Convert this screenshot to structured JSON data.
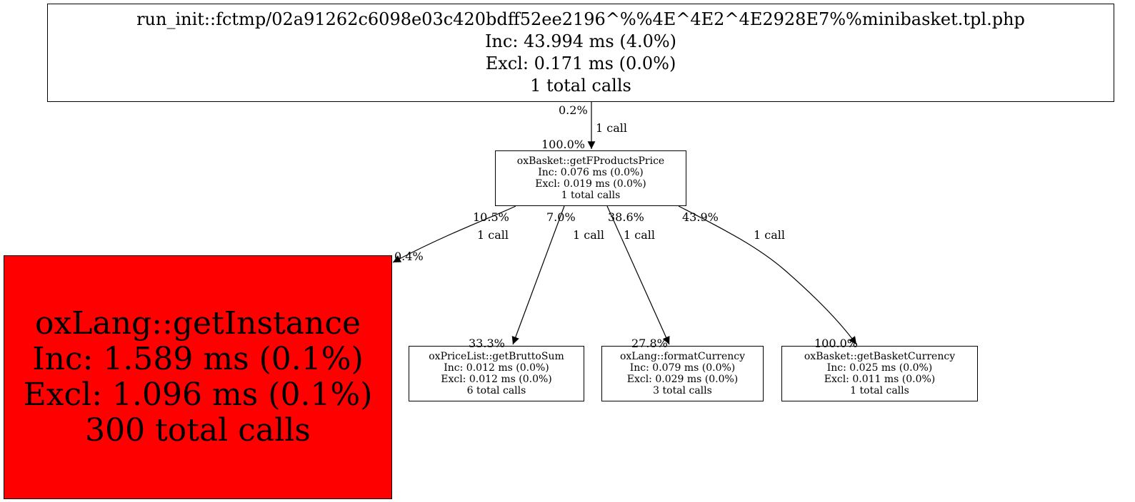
{
  "nodes": {
    "root": {
      "name": "run_init::fctmp/02a91262c6098e03c420bdff52ee2196^%%4E^4E2^4E2928E7%%minibasket.tpl.php",
      "inc": "Inc: 43.994 ms (4.0%)",
      "excl": "Excl: 0.171 ms (0.0%)",
      "calls": "1 total calls"
    },
    "getfproducts": {
      "name": "oxBasket::getFProductsPrice",
      "inc": "Inc: 0.076 ms (0.0%)",
      "excl": "Excl: 0.019 ms (0.0%)",
      "calls": "1 total calls"
    },
    "getinstance": {
      "name": "oxLang::getInstance",
      "inc": "Inc: 1.589 ms (0.1%)",
      "excl": "Excl: 1.096 ms (0.1%)",
      "calls": "300 total calls"
    },
    "getbruttosum": {
      "name": "oxPriceList::getBruttoSum",
      "inc": "Inc: 0.012 ms (0.0%)",
      "excl": "Excl: 0.012 ms (0.0%)",
      "calls": "6 total calls"
    },
    "formatcurrency": {
      "name": "oxLang::formatCurrency",
      "inc": "Inc: 0.079 ms (0.0%)",
      "excl": "Excl: 0.029 ms (0.0%)",
      "calls": "3 total calls"
    },
    "getbasketcurrency": {
      "name": "oxBasket::getBasketCurrency",
      "inc": "Inc: 0.025 ms (0.0%)",
      "excl": "Excl: 0.011 ms (0.0%)",
      "calls": "1 total calls"
    }
  },
  "node_colors": {
    "getinstance_fill": "#ff0000",
    "default_fill": "#ffffff",
    "border": "#000000"
  },
  "edges": {
    "root_to_getfproducts": {
      "tail": "0.2%",
      "calls": "1 call",
      "head": "100.0%"
    },
    "getfproducts_to_getinstance": {
      "tail": "10.5%",
      "calls": "1 call",
      "head": "0.4%"
    },
    "getfproducts_to_getbruttosum": {
      "tail": "7.0%",
      "calls": "1 call",
      "head": "33.3%"
    },
    "getfproducts_to_formatcurrency": {
      "tail": "38.6%",
      "calls": "1 call",
      "head": "27.8%"
    },
    "getfproducts_to_getbasketcurrency": {
      "tail": "43.9%",
      "calls": "1 call",
      "head": "100.0%"
    }
  }
}
